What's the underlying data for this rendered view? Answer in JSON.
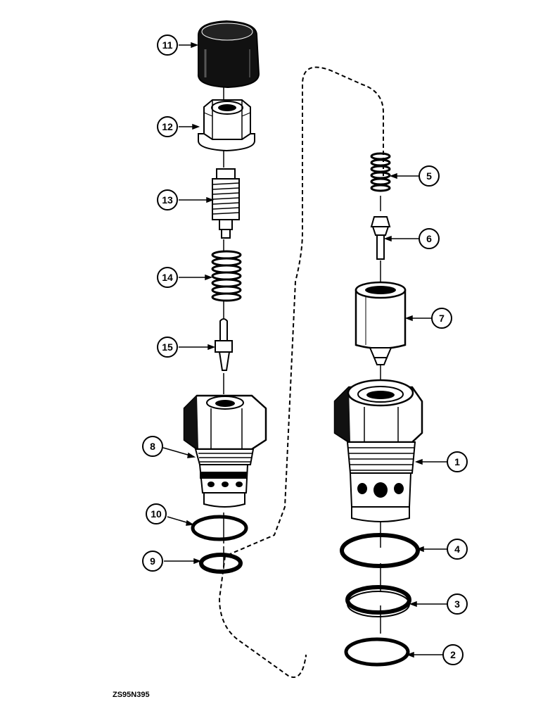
{
  "drawing_number": "ZS95N395",
  "callouts": [
    "1",
    "2",
    "3",
    "4",
    "5",
    "6",
    "7",
    "8",
    "9",
    "10",
    "11",
    "12",
    "13",
    "14",
    "15"
  ]
}
